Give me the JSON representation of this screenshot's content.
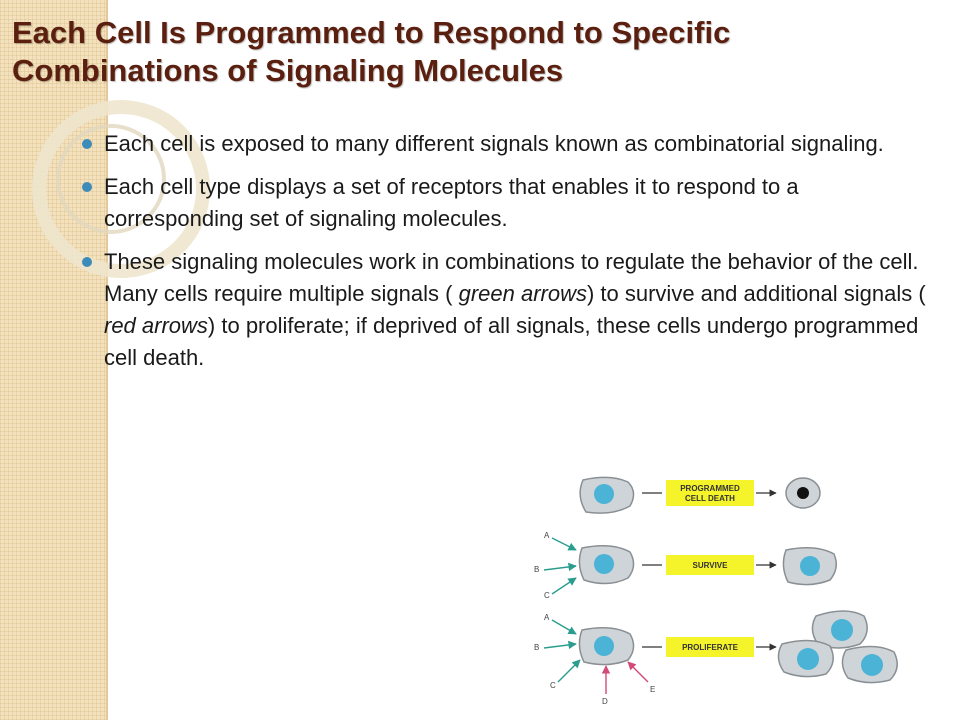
{
  "title": "Each Cell Is Programmed to Respond to Specific Combinations of Signaling Molecules",
  "bullets": [
    {
      "text": "Each cell is exposed to many different signals known as combinatorial signaling."
    },
    {
      "text": "Each cell type displays a set of receptors that enables it to respond to a corresponding set of signaling molecules."
    },
    {
      "p1": "These signaling molecules work in combinations to regulate the behavior of the cell.  Many cells require multiple signals ( ",
      "e1": "green arrows",
      "p2": ") to survive and additional signals ( ",
      "e2": "red arrows",
      "p3": ") to proliferate; if deprived of all signals, these cells undergo programmed cell death."
    }
  ],
  "figure": {
    "labels": {
      "death_line1": "PROGRAMMED",
      "death_line2": "CELL DEATH",
      "survive": "SURVIVE",
      "proliferate": "PROLIFERATE"
    },
    "signal_letters": [
      "A",
      "B",
      "C",
      "A",
      "B",
      "C",
      "D",
      "E"
    ],
    "colors": {
      "survival_signal": "#2a9d8f",
      "proliferation_signal": "#d24a7a"
    }
  }
}
